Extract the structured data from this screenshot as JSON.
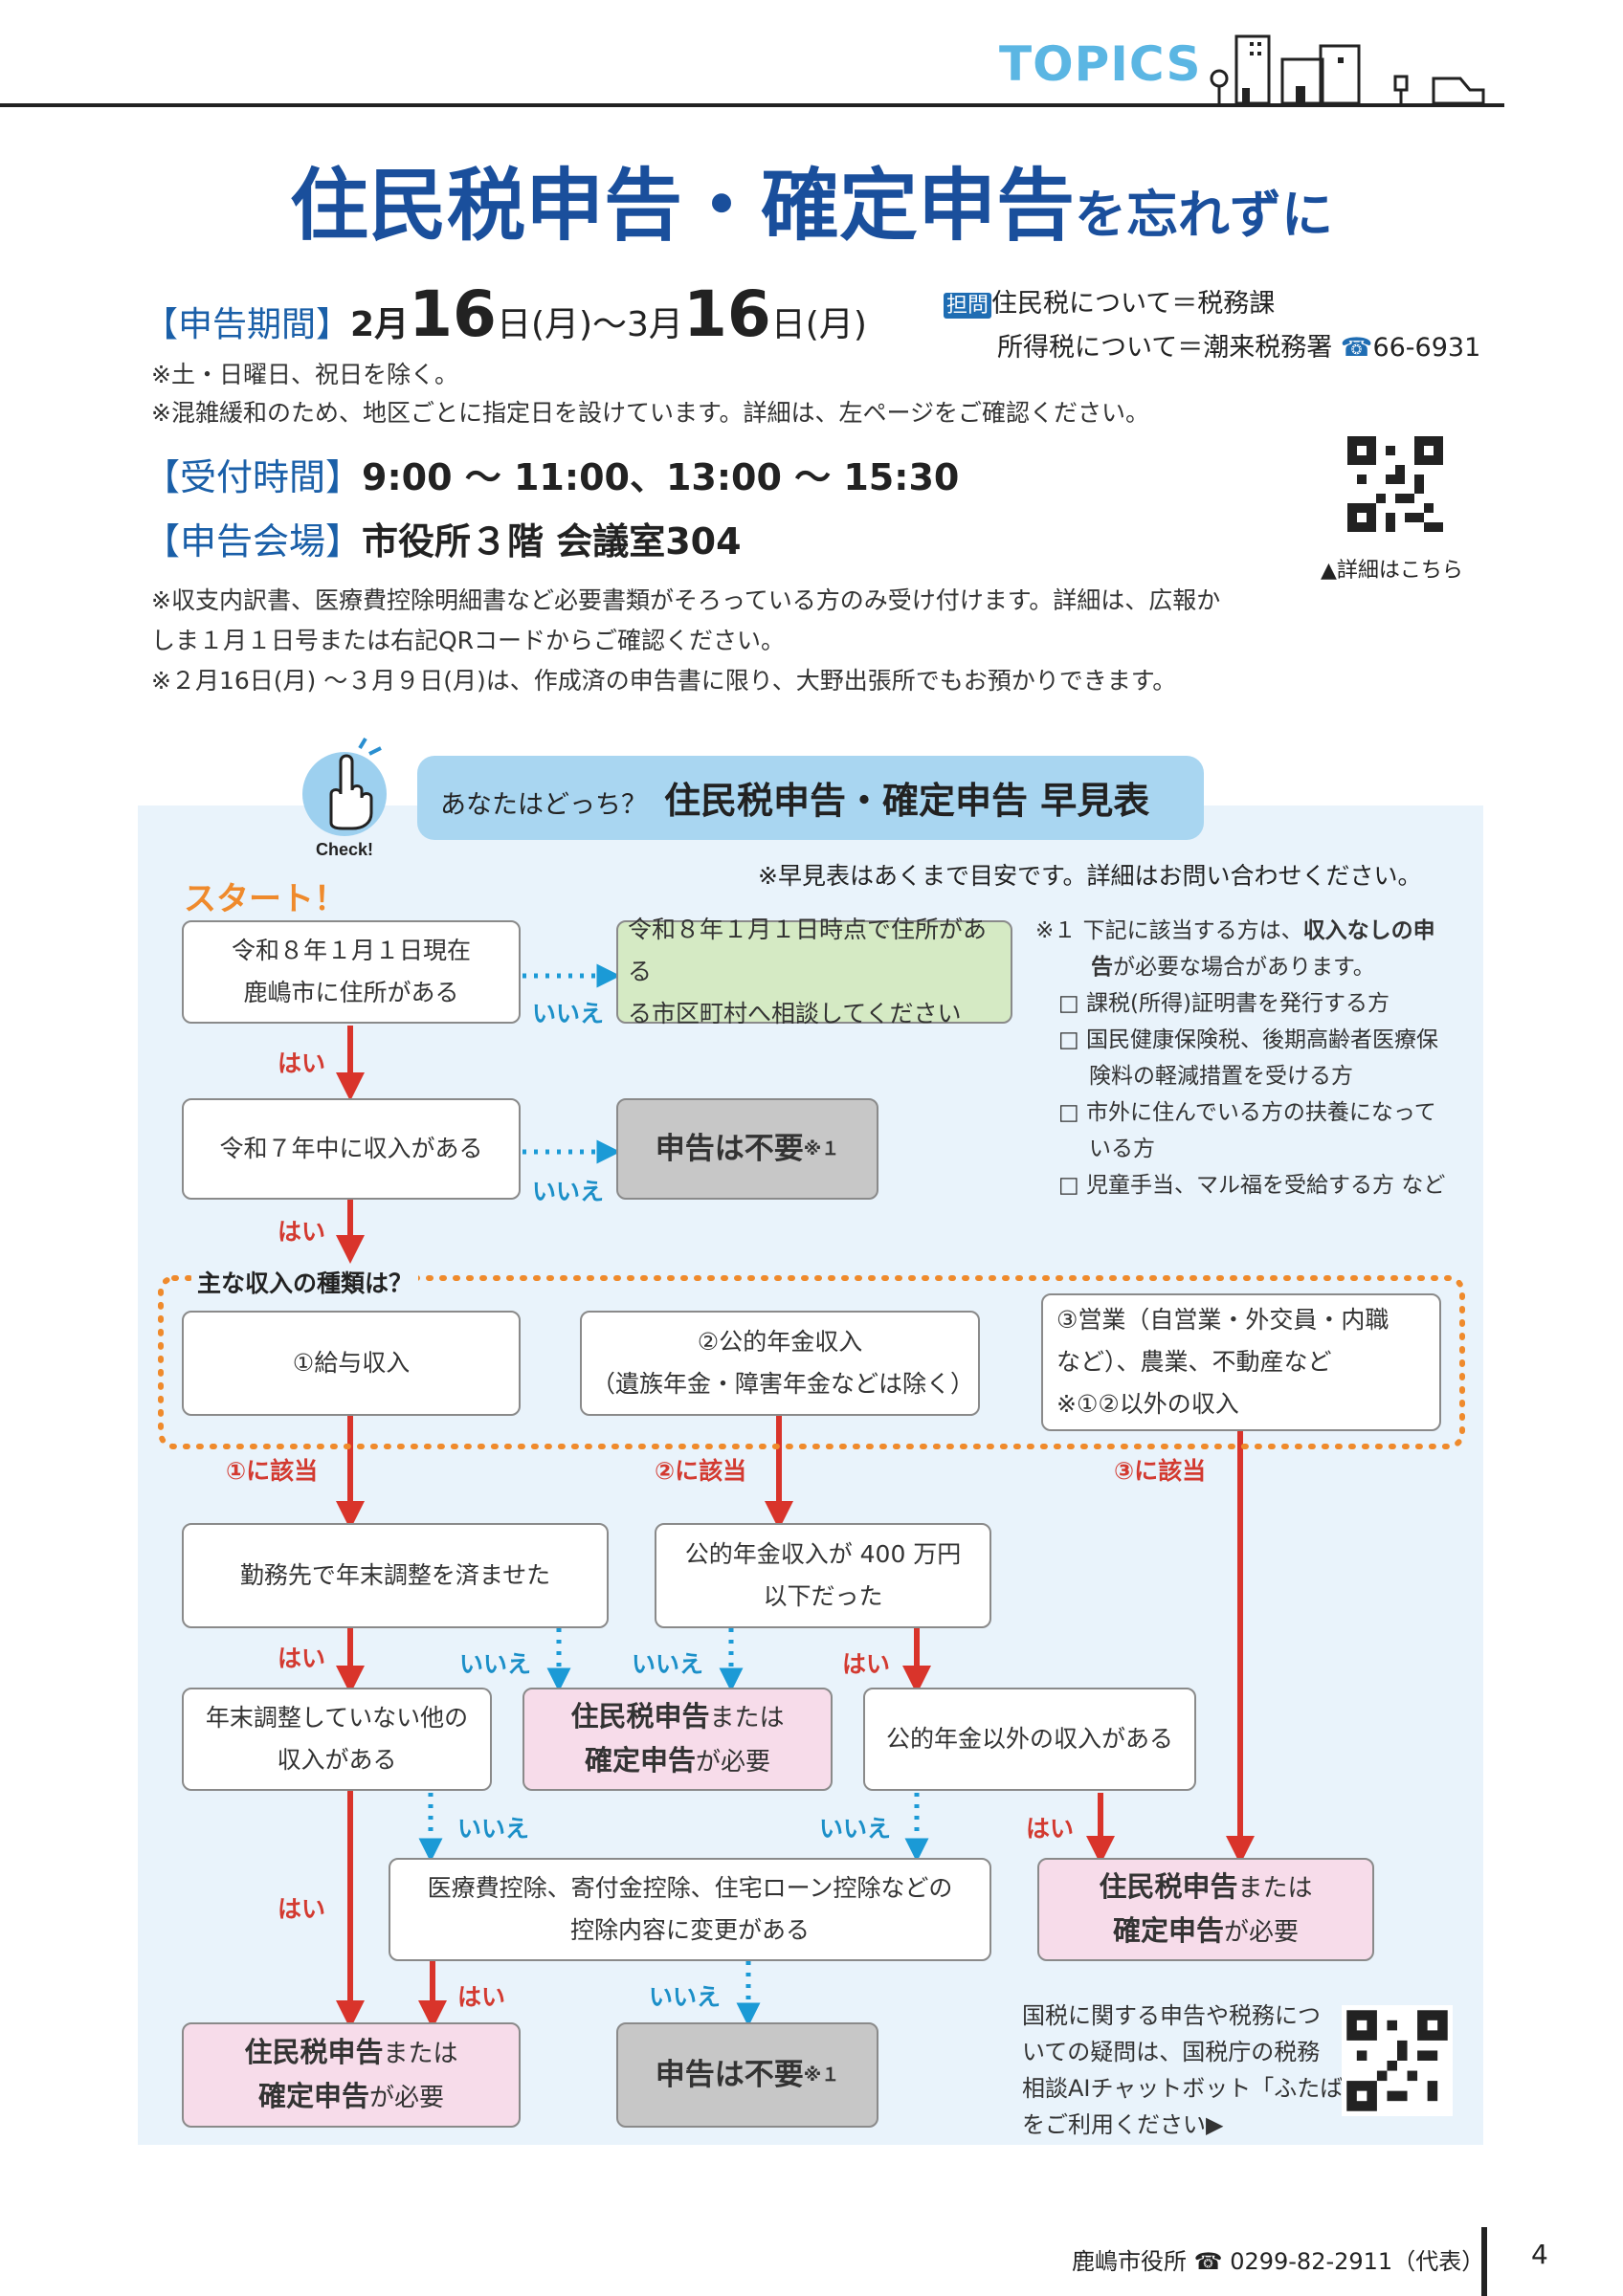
{
  "header": {
    "section": "TOPICS",
    "title_main": "住民税申告・確定申告",
    "title_suffix": "を忘れずに"
  },
  "period": {
    "label": "【申告期間】",
    "m1": "2月",
    "d1": "16",
    "w1": "日(月)～3月",
    "d2": "16",
    "w2": "日(月)",
    "note1": "※土・日曜日、祝日を除く。",
    "note2": "※混雑緩和のため、地区ごとに指定日を設けています。詳細は、左ページをご確認ください。"
  },
  "hours": {
    "label": "【受付時間】",
    "value": "9:00 ～ 11:00、13:00 ～ 15:30"
  },
  "venue": {
    "label": "【申告会場】",
    "value": "市役所３階 会議室304"
  },
  "notes": {
    "n1": "※収支内訳書、医療費控除明細書など必要書類がそろっている方のみ受け付けます。詳細は、広報か",
    "n2": "しま１月１日号または右記QRコードからご確認ください。",
    "n3": "※２月16日(月) ～３月９日(月)は、作成済の申告書に限り、大野出張所でもお預かりできます。"
  },
  "contact": {
    "tag": "担問",
    "line1": "住民税について＝税務課",
    "line2": "所得税について＝潮来税務署",
    "phone": "66-6931",
    "qr_caption": "▲詳細はこちら"
  },
  "chart": {
    "prefix": "あなたはどっち？",
    "title": "住民税申告・確定申告 早見表",
    "check": "Check!",
    "disclaimer": "※早見表はあくまで目安です。詳細はお問い合わせください。",
    "start": "スタート！",
    "q1_l1": "令和８年１月１日現在",
    "q1_l2": "鹿嶋市に住所がある",
    "r1_l1": "令和８年１月１日時点で住所がある",
    "r1_l2": "る市区町村へ相談してください",
    "q2": "令和７年中に収入がある",
    "not_needed": "申告は不要",
    "ref": "※１",
    "yes": "はい",
    "no": "いいえ",
    "income_title": "主な収入の種類は？",
    "inc1": "①給与収入",
    "inc2_l1": "②公的年金収入",
    "inc2_l2": "（遺族年金・障害年金などは除く）",
    "inc3_l1": "③営業（自営業・外交員・内職",
    "inc3_l2": "など）、農業、不動産など",
    "inc3_l3": "※①②以外の収入",
    "c1": "①に該当",
    "c2": "②に該当",
    "c3": "③に該当",
    "q_adjust": "勤務先で年末調整を済ませた",
    "q_pension_l1": "公的年金収入が 400 万円",
    "q_pension_l2": "以下だった",
    "q_other_l1": "年末調整していない他の",
    "q_other_l2": "収入がある",
    "need_a": "住民税申告",
    "need_b": "または",
    "need_c": "確定申告",
    "need_d": "が必要",
    "q_other_pension": "公的年金以外の収入がある",
    "q_deduct_l1": "医療費控除、寄付金控除、住宅ローン控除などの",
    "q_deduct_l2": "控除内容に変更がある",
    "side_l1_mark": "※１",
    "side_l1a": "下記に該当する方は、",
    "side_l1b": "収入なしの申",
    "side_l2": "告",
    "side_l2b": "が必要な場合があります。",
    "side_c1": "□ 課税(所得)証明書を発行する方",
    "side_c2a": "□ 国民健康保険税、後期高齢者医療保",
    "side_c2b": "険料の軽減措置を受ける方",
    "side_c3a": "□ 市外に住んでいる方の扶養になって",
    "side_c3b": "いる方",
    "side_c4": "□ 児童手当、マル福を受給する方 など",
    "bottom_l1": "国税に関する申告や税務につ",
    "bottom_l2": "いての疑問は、国税庁の税務",
    "bottom_l3": "相談AIチャットボット「ふたば」",
    "bottom_l4": "をご利用ください▶"
  },
  "footer": {
    "org": "鹿嶋市役所",
    "phone": "0299-82-2911（代表）",
    "page": "4"
  },
  "colors": {
    "blue_title": "#1a4f9c",
    "yes_red": "#d33a30",
    "no_blue": "#1b8fc8",
    "start_orange": "#ef8a2c"
  }
}
